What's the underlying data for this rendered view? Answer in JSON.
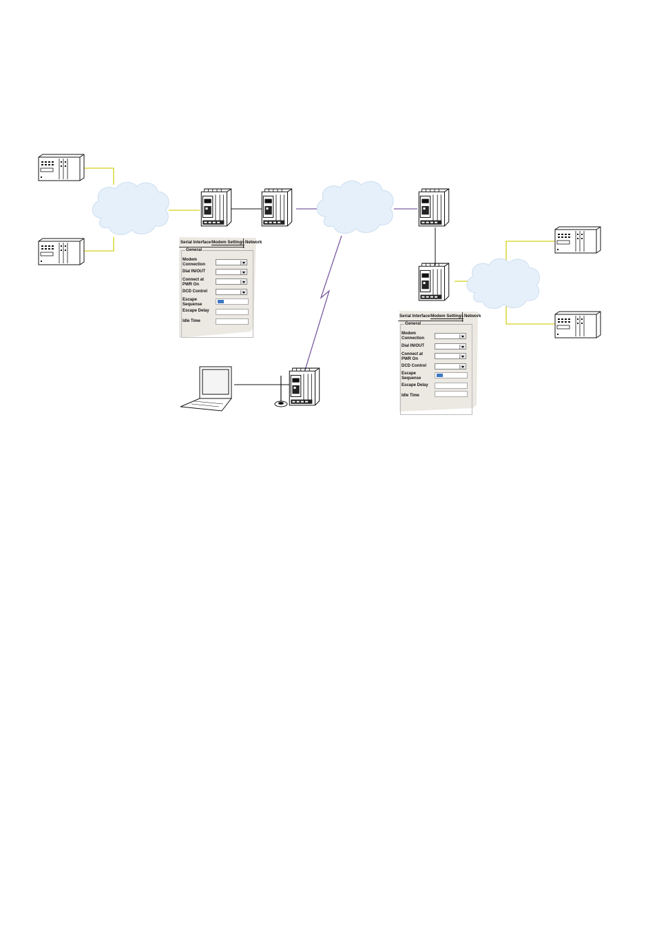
{
  "colors": {
    "cloud_fill": "#e6f0fb",
    "cloud_stroke": "#c9dbee",
    "lan_link": "#d4d11b",
    "radio_link": "#7a5aa0",
    "wire_link": "#111111",
    "panel_bg": "#ece8e2"
  },
  "icons": {
    "plc": "plc-device-icon",
    "modem": "din-rail-modem-icon",
    "laptop": "laptop-icon",
    "antenna": "antenna-icon",
    "cloud": "network-cloud-icon"
  },
  "panels": [
    {
      "tabs": [
        "Serial Interface",
        "Modem Settings",
        "Network"
      ],
      "group": "General",
      "fields": [
        {
          "label": "Modem Connection",
          "type": "combo"
        },
        {
          "label": "Dial IN/OUT",
          "type": "combo"
        },
        {
          "label": "Connect at PWR On",
          "type": "combo"
        },
        {
          "label": "DCD Control",
          "type": "combo"
        },
        {
          "label": "Escape Sequense",
          "type": "text-selected"
        },
        {
          "label": "Escape Delay",
          "type": "text"
        },
        {
          "label": "Idle Time",
          "type": "text"
        }
      ]
    },
    {
      "tabs": [
        "Serial Interface",
        "Modem Settings",
        "Network"
      ],
      "group": "General",
      "fields": [
        {
          "label": "Modem Connection",
          "type": "combo"
        },
        {
          "label": "Dial IN/OUT",
          "type": "combo"
        },
        {
          "label": "Connect at PWR On",
          "type": "combo"
        },
        {
          "label": "DCD Control",
          "type": "combo"
        },
        {
          "label": "Escape Sequense",
          "type": "text-selected"
        },
        {
          "label": "Escape Delay",
          "type": "text"
        },
        {
          "label": "Idle Time",
          "type": "text"
        }
      ]
    }
  ]
}
